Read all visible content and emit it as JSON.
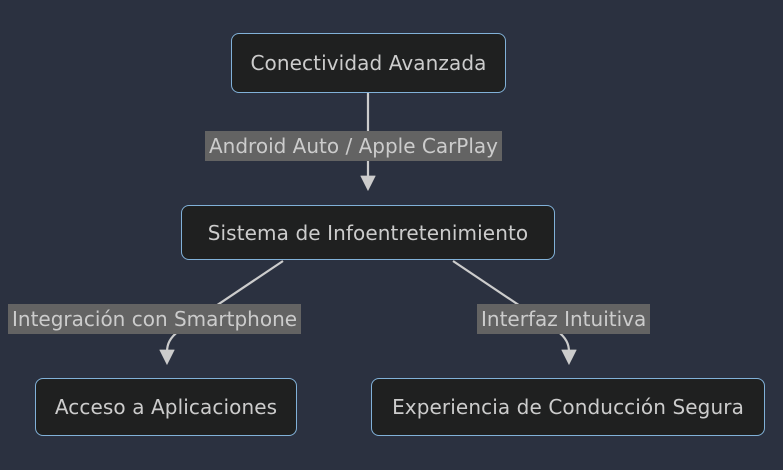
{
  "diagram": {
    "type": "flowchart",
    "direction": "top-down",
    "title": "Conectividad Avanzada",
    "theme": {
      "background": "#2b3140",
      "node_fill": "#1f2020",
      "node_border": "#81b1d8",
      "node_text": "#cccccc",
      "edge_stroke": "#cccccc",
      "edge_label_background": "#636363",
      "edge_label_text": "#cccccc"
    },
    "nodes": [
      {
        "id": "root",
        "label": "Conectividad Avanzada"
      },
      {
        "id": "infotainment",
        "label": "Sistema de Infoentretenimiento"
      },
      {
        "id": "apps",
        "label": "Acceso a Aplicaciones"
      },
      {
        "id": "driving",
        "label": "Experiencia de Conducción Segura"
      }
    ],
    "edges": [
      {
        "from": "root",
        "to": "infotainment",
        "label": "Android Auto / Apple CarPlay"
      },
      {
        "from": "infotainment",
        "to": "apps",
        "label": "Integración con Smartphone"
      },
      {
        "from": "infotainment",
        "to": "driving",
        "label": "Interfaz Intuitiva"
      }
    ]
  }
}
